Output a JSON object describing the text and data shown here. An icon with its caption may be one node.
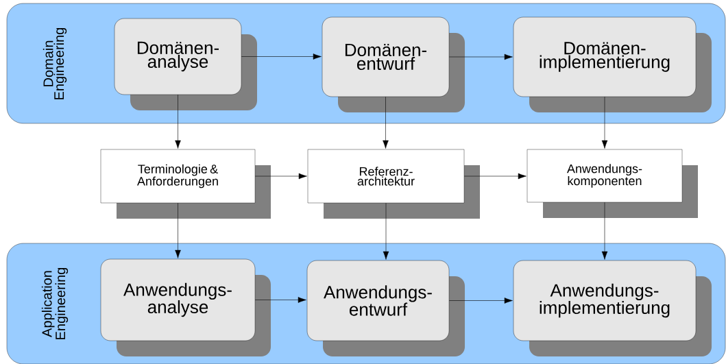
{
  "diagram": {
    "nodes": [
      {
        "text": [
          "Domain Engineering"
        ]
      },
      {
        "text": [
          "Domänen- analyse"
        ],
        "in": 0
      },
      {
        "text": [
          "Domänen- entwurf"
        ],
        "in": 0
      },
      {
        "text": [
          "Domänen- implementierung"
        ],
        "in": 0
      },
      {
        "text": [
          "Terminologie & Anforderungen"
        ]
      },
      {
        "text": [
          "Referenz- architektur"
        ]
      },
      {
        "text": [
          "Anwendungs- komponenten"
        ]
      },
      {
        "text": [
          "Application Engineering"
        ]
      },
      {
        "text": [
          "Anwendungs- analyse"
        ],
        "in": 7
      },
      {
        "text": [
          "Anwendungs- entwurf"
        ],
        "in": 7
      },
      {
        "text": [
          "Anwendungs- implementierung"
        ],
        "in": 7
      }
    ],
    "edges": [
      {
        "from": 1,
        "to": 2,
        "arrow": "to"
      },
      {
        "from": 2,
        "to": 3,
        "arrow": "to"
      },
      {
        "from": 1,
        "to": 4,
        "arrow": "to"
      },
      {
        "from": 2,
        "to": 5,
        "arrow": "to"
      },
      {
        "from": 3,
        "to": 6,
        "arrow": "to"
      },
      {
        "from": 4,
        "to": 5,
        "arrow": "to"
      },
      {
        "from": 5,
        "to": 6,
        "arrow": "to"
      },
      {
        "from": 4,
        "to": 8,
        "arrow": "to"
      },
      {
        "from": 5,
        "to": 9,
        "arrow": "to"
      },
      {
        "from": 6,
        "to": 10,
        "arrow": "to"
      },
      {
        "from": 8,
        "to": 9,
        "arrow": "to"
      },
      {
        "from": 9,
        "to": 10,
        "arrow": "to"
      }
    ]
  }
}
